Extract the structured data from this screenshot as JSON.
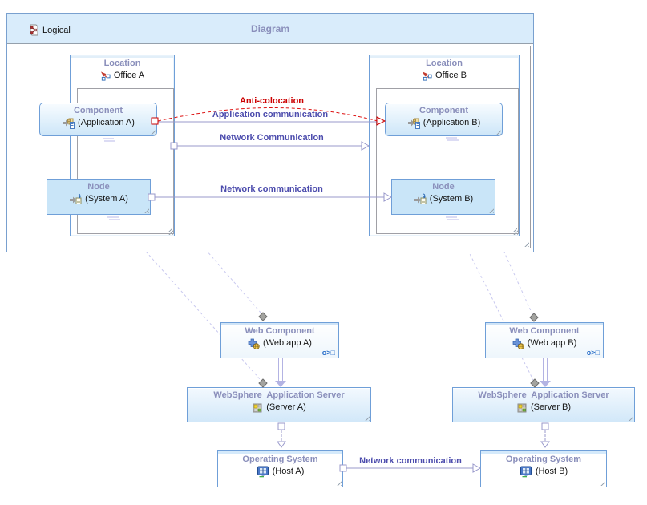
{
  "header": {
    "title": "Diagram",
    "tag_label": "Logical"
  },
  "boxes": {
    "location_a": {
      "type": "Location",
      "name": "Office A"
    },
    "location_b": {
      "type": "Location",
      "name": "Office B"
    },
    "component_a": {
      "type": "Component",
      "name": "(Application A)"
    },
    "component_b": {
      "type": "Component",
      "name": "(Application B)"
    },
    "node_a": {
      "type": "Node",
      "name": "(System A)"
    },
    "node_b": {
      "type": "Node",
      "name": "(System B)"
    },
    "web_component_a": {
      "type": "Web Component",
      "name": "(Web app A)",
      "badge": "o>□"
    },
    "web_component_b": {
      "type": "Web Component",
      "name": "(Web app B)",
      "badge": "o>□"
    },
    "websphere_a": {
      "type": "WebSphere  Application Server",
      "name": "(Server A)"
    },
    "websphere_b": {
      "type": "WebSphere  Application Server",
      "name": "(Server B)"
    },
    "os_a": {
      "type": "Operating System",
      "name": "(Host A)"
    },
    "os_b": {
      "type": "Operating System",
      "name": "(Host B)"
    }
  },
  "links": {
    "anti_colocation": {
      "label": "Anti-colocation",
      "color": "#cc0000",
      "style": "red-dashed-curve"
    },
    "application_communication": {
      "label": "Application communication"
    },
    "network_communication_locations": {
      "label": "Network Communication"
    },
    "network_communication_nodes": {
      "label": "Network communication"
    },
    "network_communication_hosts": {
      "label": "Network communication"
    }
  },
  "colors": {
    "box_border": "#6f9fd8",
    "header_fill": "#d9ecfb",
    "title_text": "#8a8fbb",
    "link_line": "#9898cb",
    "link_label": "#4c4cad",
    "constraint_red": "#cc0000",
    "realization_line": "#c9c9ef"
  }
}
